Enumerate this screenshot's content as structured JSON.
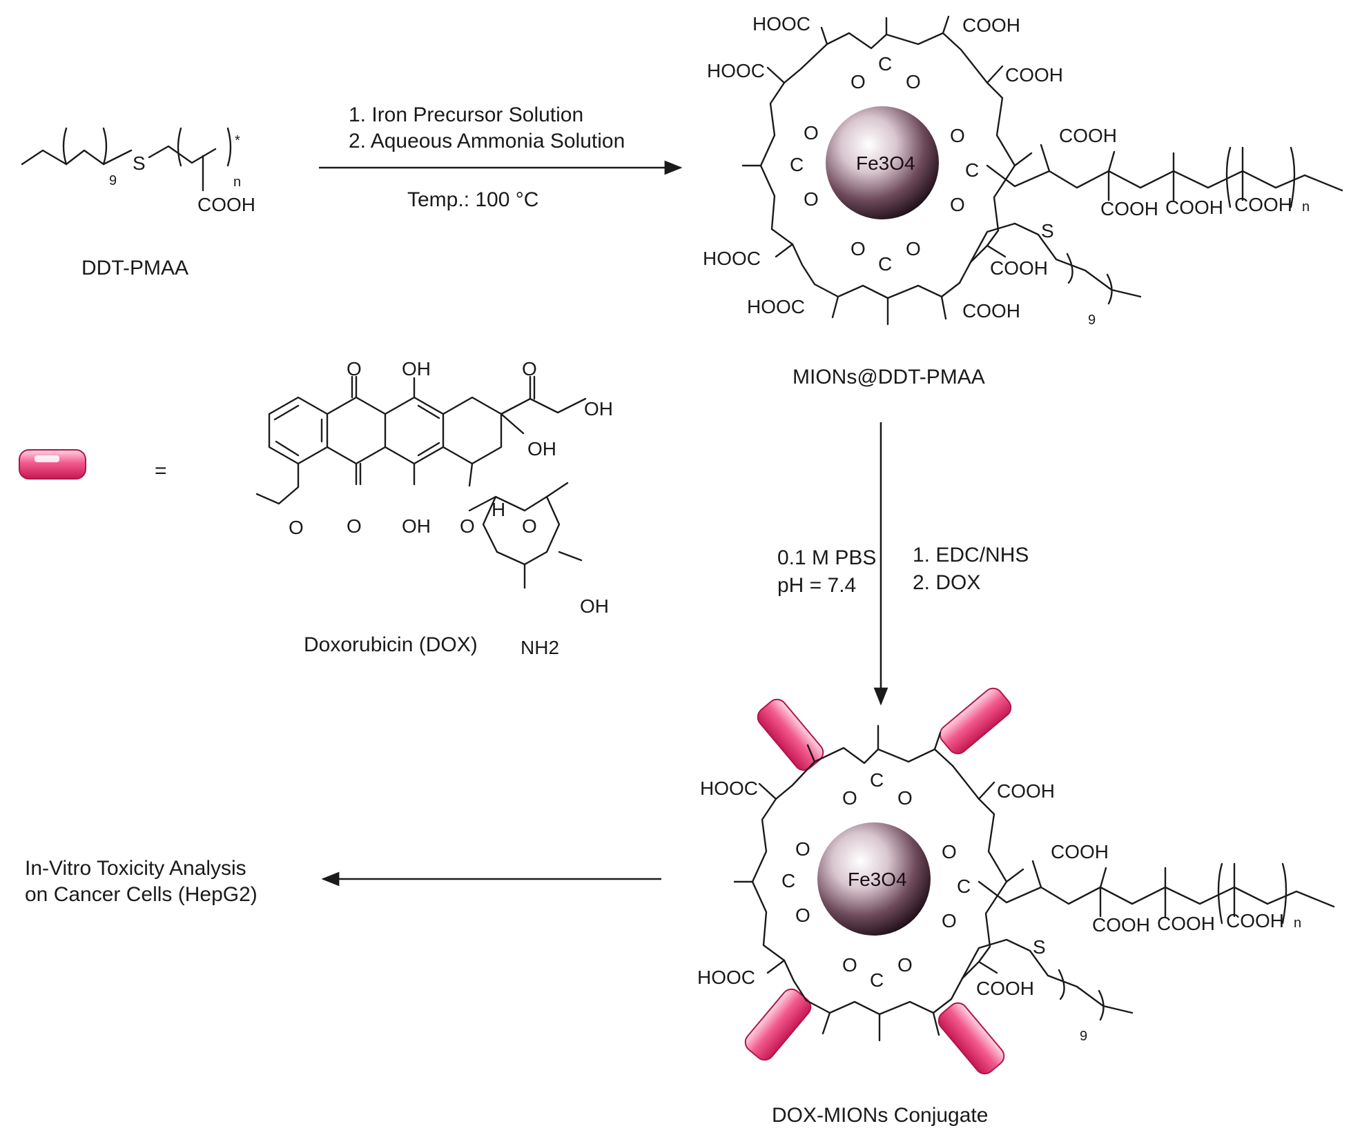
{
  "labels": {
    "ddt_pmaa": "DDT-PMAA",
    "mions": "MIONs@DDT-PMAA",
    "dox_name": "Doxorubicin (DOX)",
    "conjugate": "DOX-MIONs Conjugate",
    "equals": "=",
    "invitro_line1": "In-Vitro Toxicity Analysis",
    "invitro_line2": "on Cancer Cells (HepG2)"
  },
  "steps": {
    "step1_line1": "1. Iron Precursor Solution",
    "step1_line2": "2. Aqueous Ammonia Solution",
    "step1_temp": "Temp.: 100 °C",
    "step2_left1": "0.1 M PBS",
    "step2_left2": "pH = 7.4",
    "step2_right1": "1. EDC/NHS",
    "step2_right2": "2. DOX"
  },
  "chem": {
    "cooh": "COOH",
    "hooc": "HOOC",
    "fe3o4": "Fe3O4",
    "oxygen": "O",
    "carbon": "C",
    "sulfur": "S",
    "oh": "OH",
    "h": "H",
    "nh2": "NH2",
    "sub_9": "9",
    "sub_n": "n",
    "star": "*"
  },
  "colors": {
    "dox_marker": "#e8306a",
    "nanoparticle": "#4a2b3a",
    "line": "#1a1a1a"
  }
}
